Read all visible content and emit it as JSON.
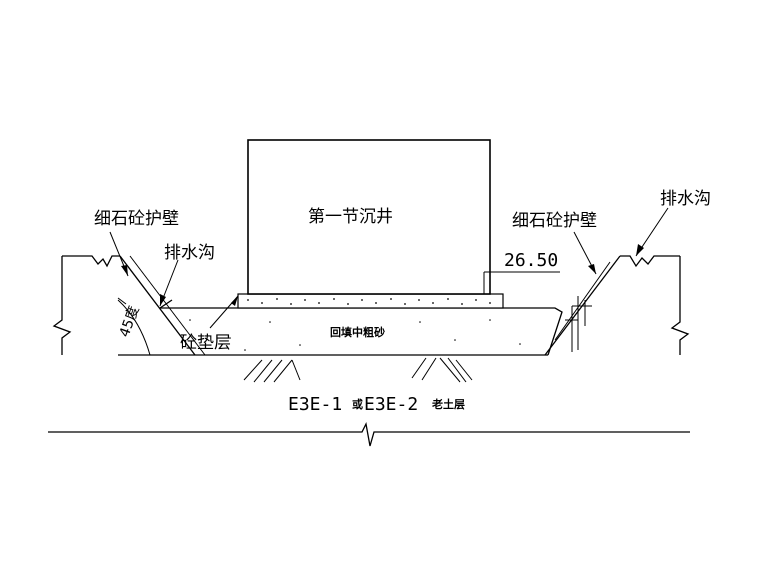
{
  "labels": {
    "caisson": "第一节沉井",
    "left_wall": "细石砼护壁",
    "left_ditch": "排水沟",
    "right_wall": "细石砼护壁",
    "right_ditch": "排水沟",
    "elevation": "26.50",
    "angle": "45度",
    "cushion": "砼垫层",
    "backfill": "回填中粗砂",
    "soil_a": "E3E-1",
    "soil_join": "或",
    "soil_b": "E3E-2",
    "soil_suffix": "老土层"
  },
  "colors": {
    "ink": "#000000",
    "background": "#ffffff"
  }
}
